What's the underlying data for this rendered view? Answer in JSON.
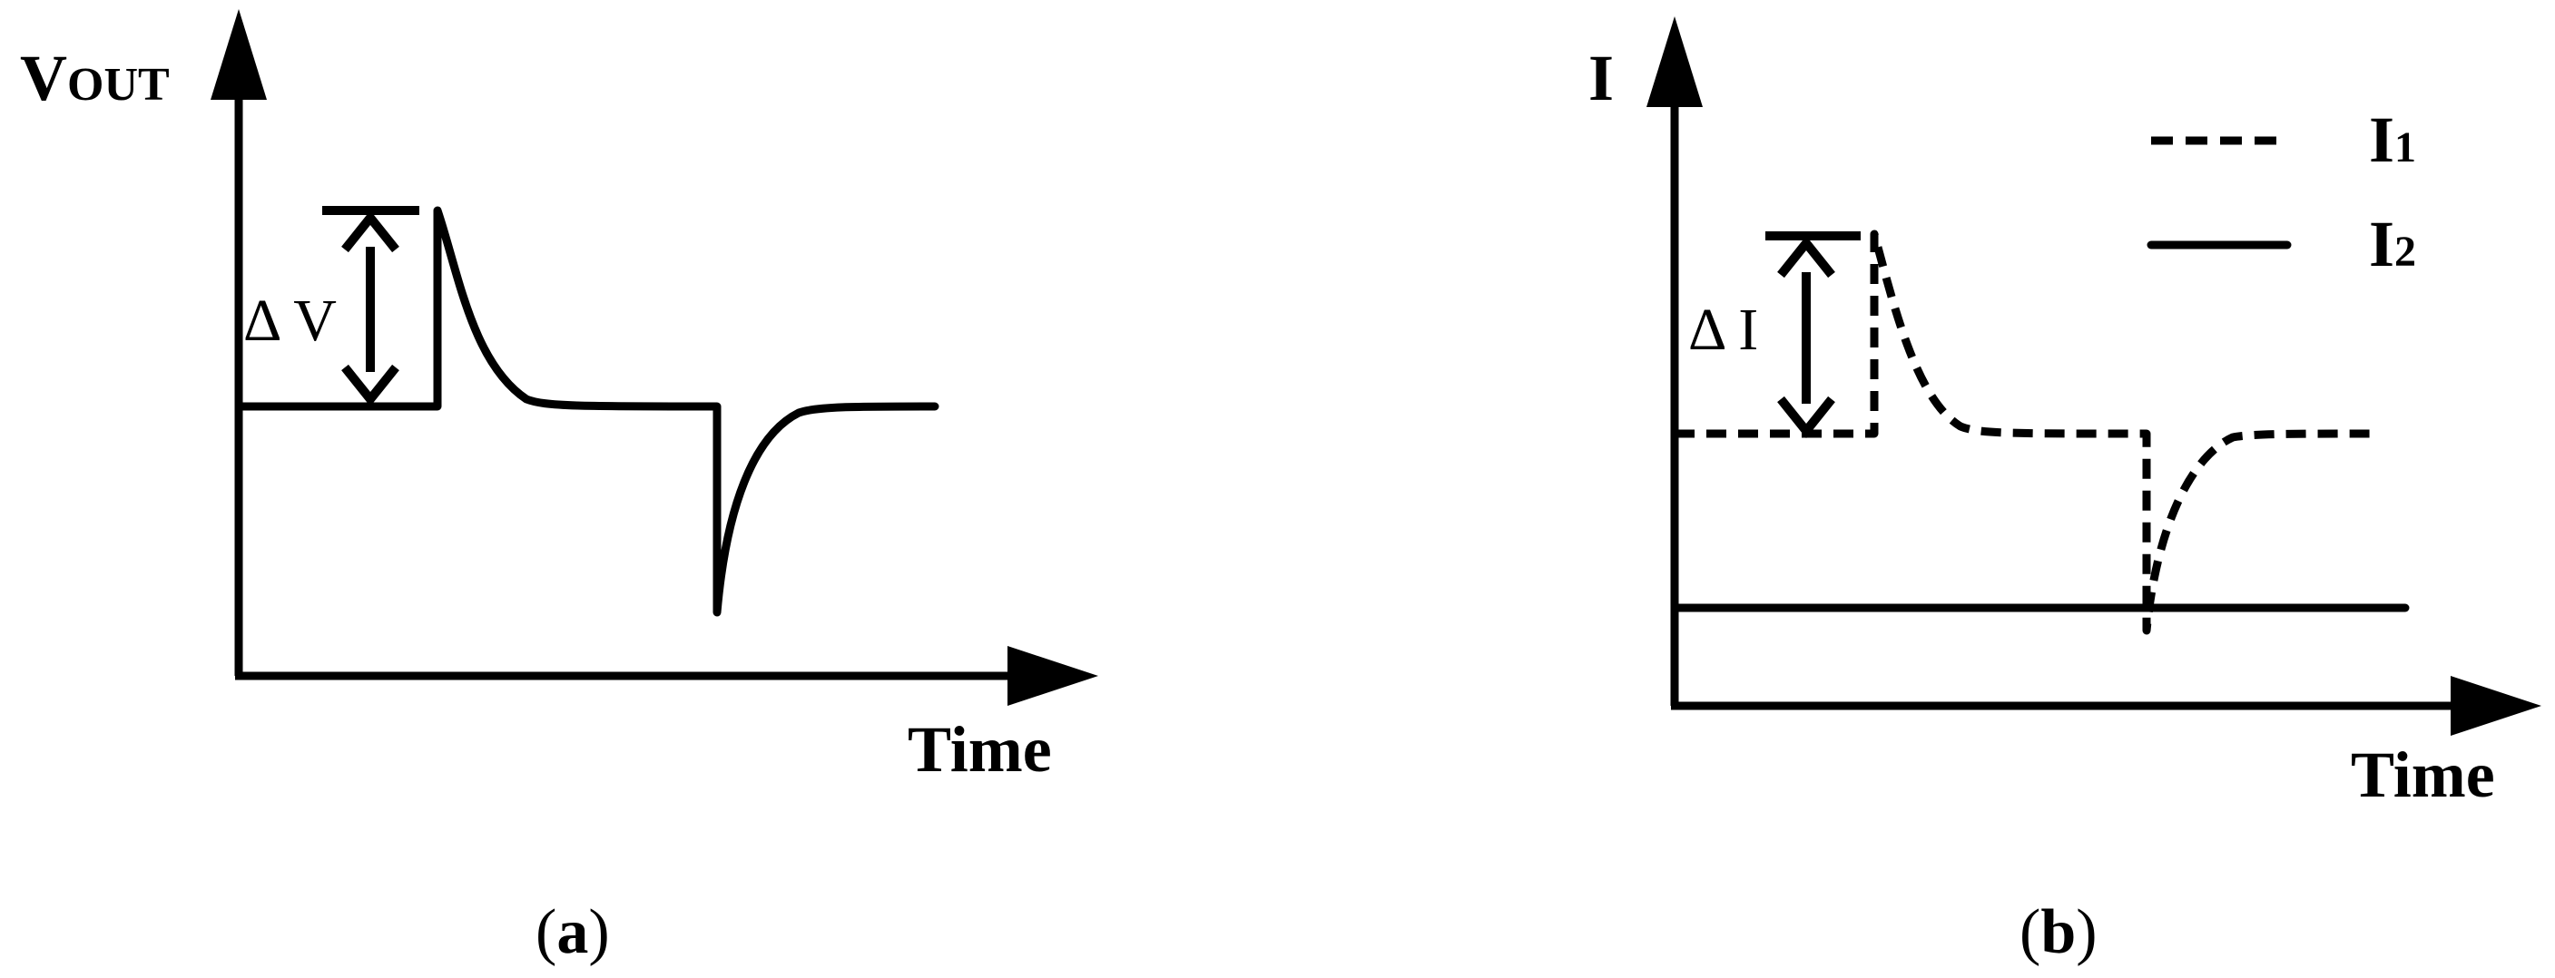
{
  "panel_a": {
    "y_axis_label_main": "V",
    "y_axis_label_sub": "OUT",
    "x_axis_label": "Time",
    "delta_label": "Δ V",
    "caption_open": "(",
    "caption_letter": "a",
    "caption_close": ")"
  },
  "panel_b": {
    "y_axis_label": "I",
    "x_axis_label": "Time",
    "delta_label": "Δ I",
    "legend": [
      {
        "name": "I",
        "sub": "1",
        "line_style": "dashed"
      },
      {
        "name": "I",
        "sub": "2",
        "line_style": "solid"
      }
    ],
    "caption_open": "(",
    "caption_letter": "b",
    "caption_close": ")"
  }
}
